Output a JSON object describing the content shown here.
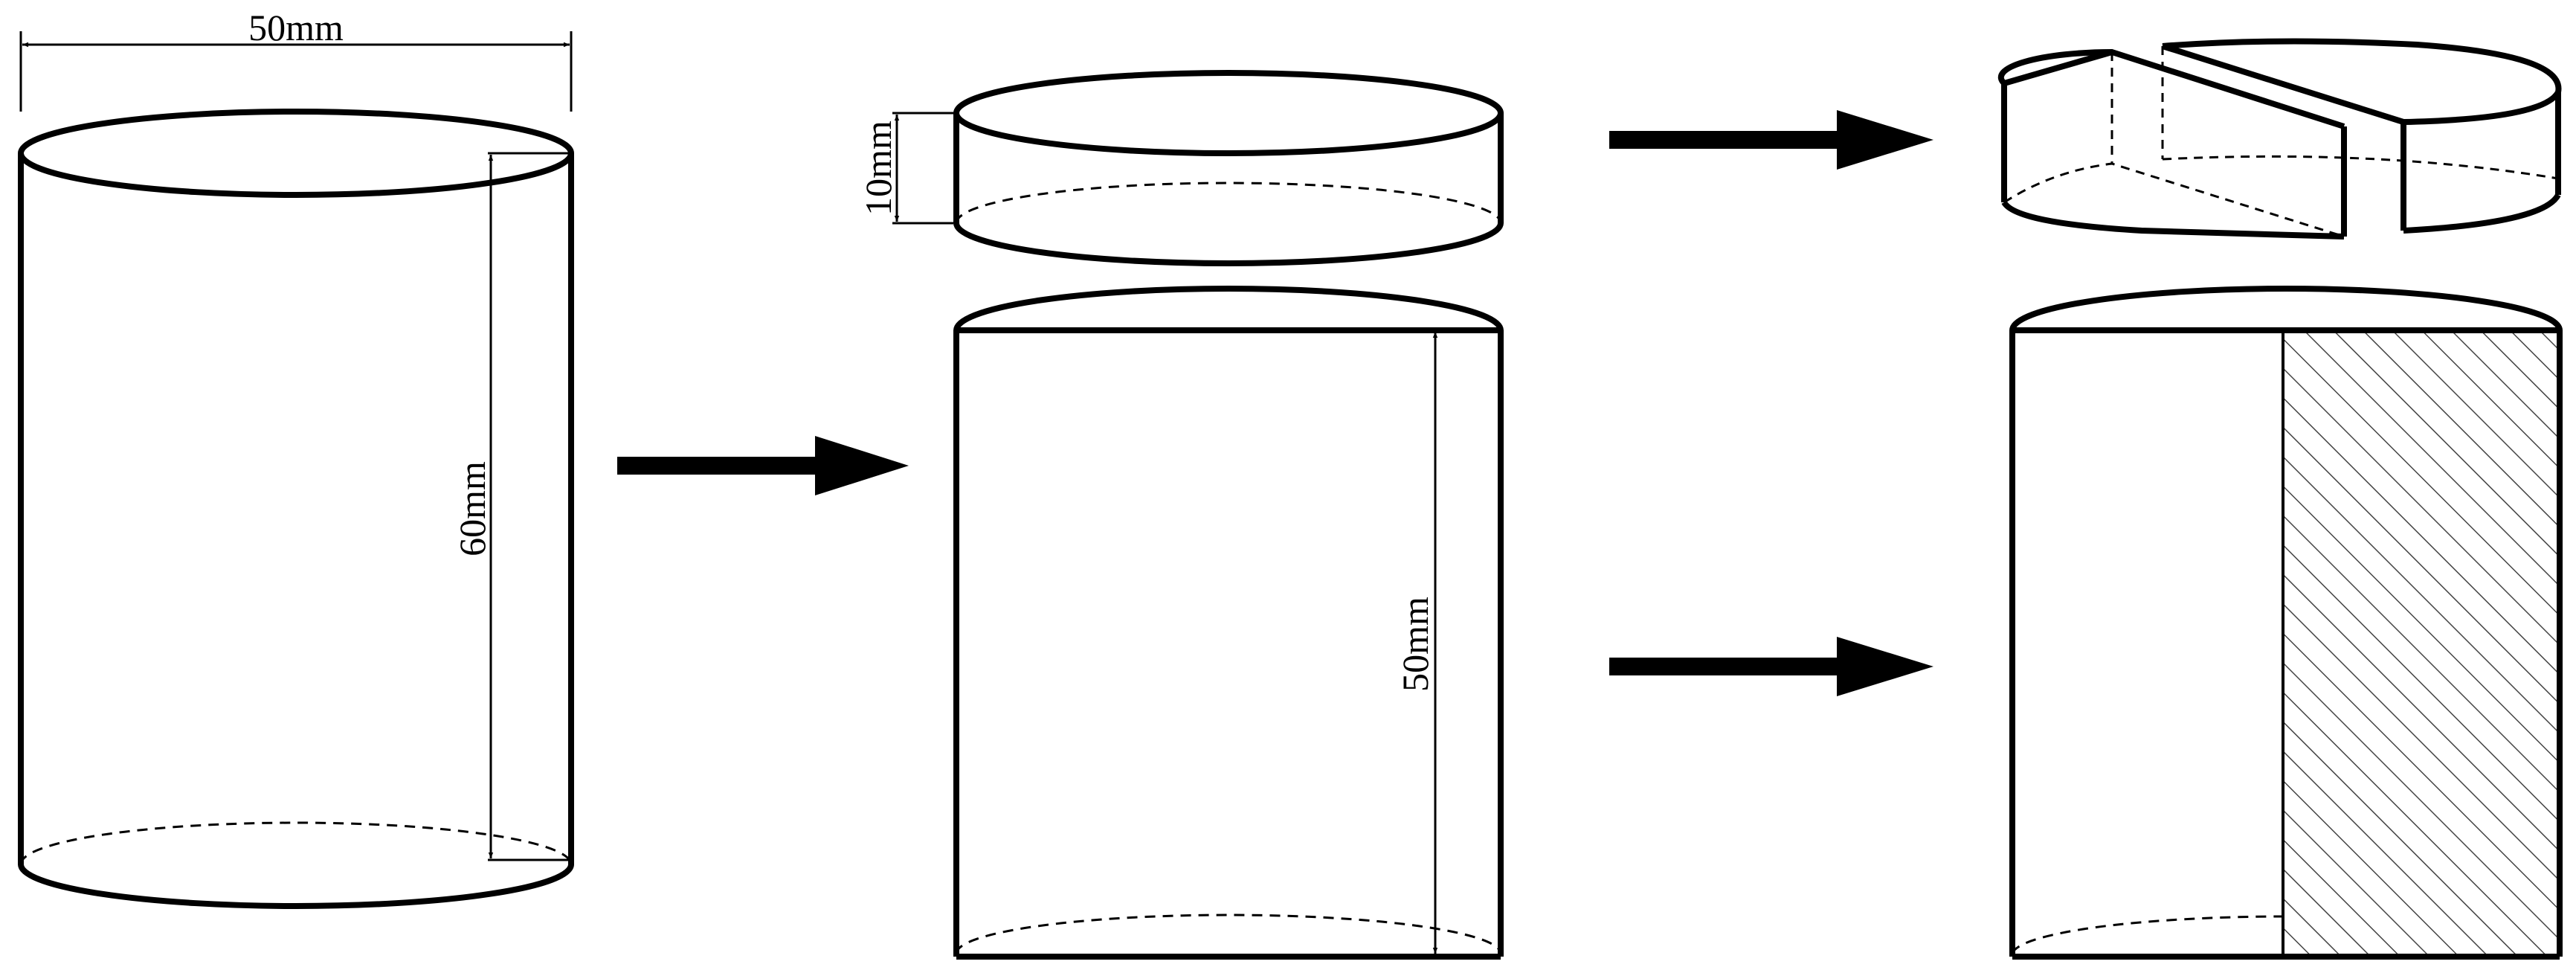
{
  "colors": {
    "ink": "#000000",
    "background": "#ffffff",
    "hatch": "#444444"
  },
  "dimensions": {
    "cylinder_width_label": "50mm",
    "cylinder_height_label": "60mm",
    "slice_height_label": "10mm",
    "remaining_height_label": "50mm"
  }
}
